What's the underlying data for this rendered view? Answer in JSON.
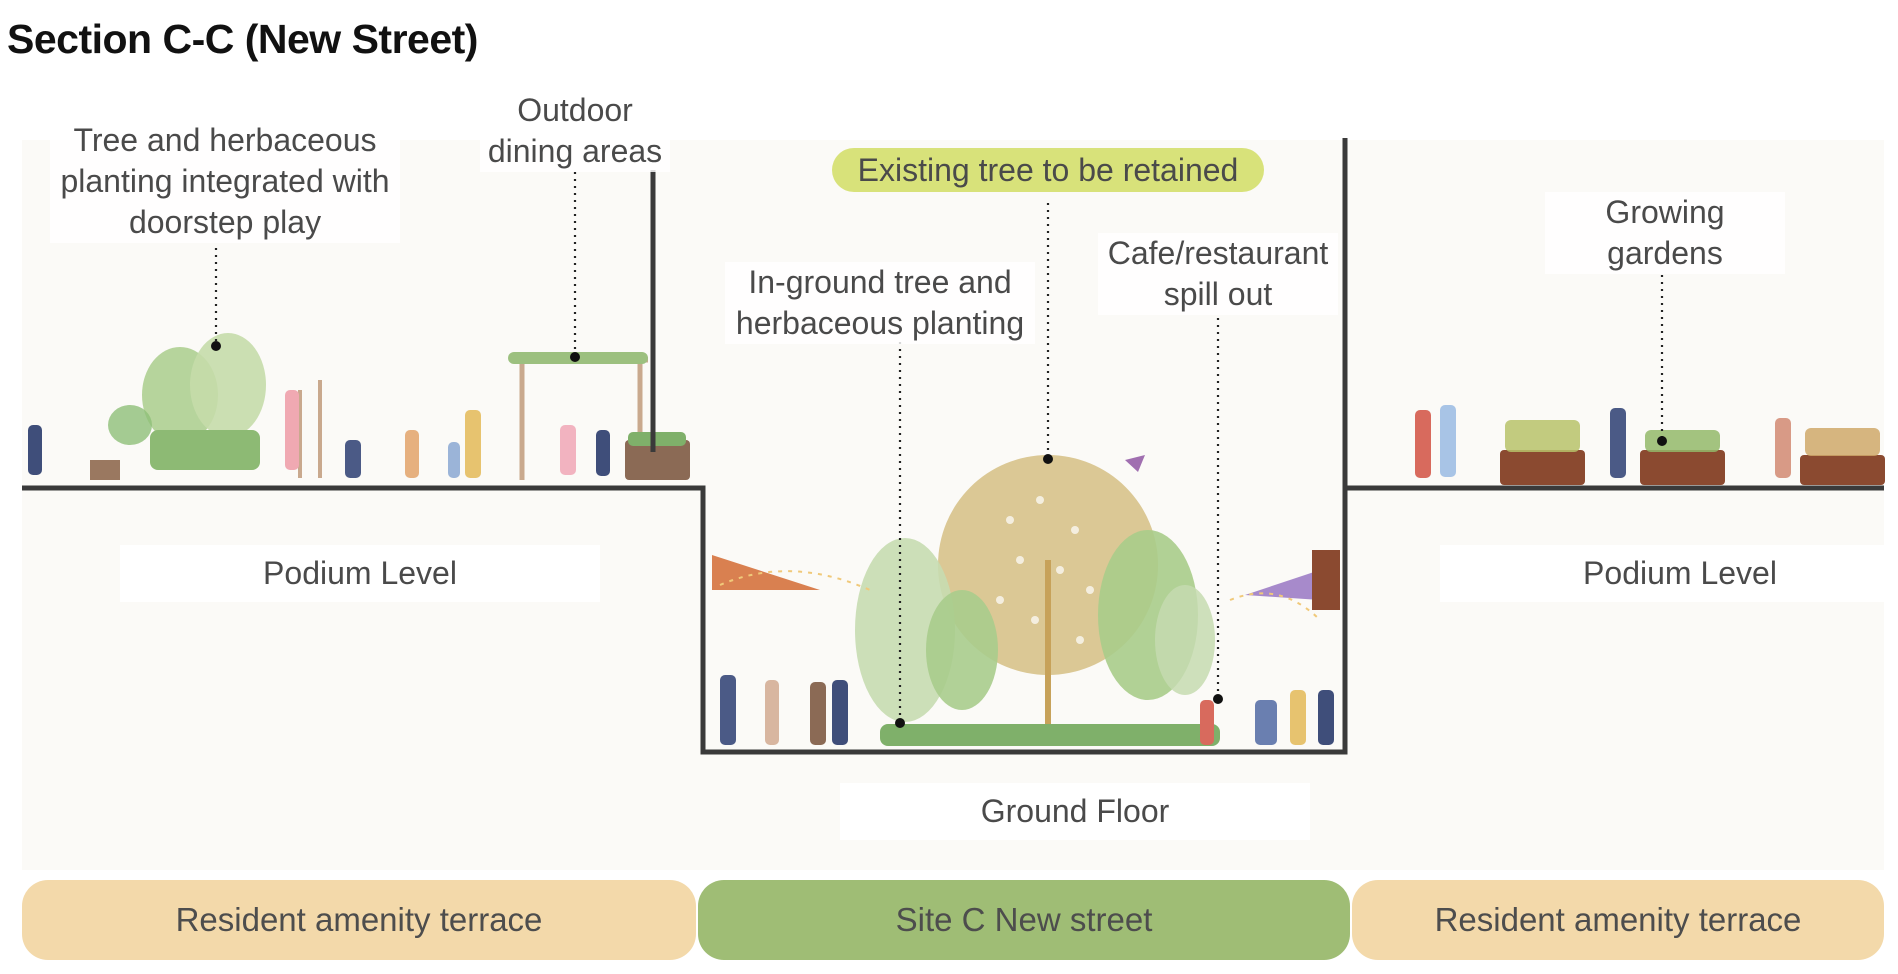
{
  "title": "Section C-C (New Street)",
  "annotations": {
    "tree_herbaceous": [
      "Tree and herbaceous",
      "planting integrated with",
      "doorstep play"
    ],
    "outdoor_dining": [
      "Outdoor",
      "dining areas"
    ],
    "existing_tree": "Existing tree to be retained",
    "in_ground_tree": [
      "In-ground tree and",
      "herbaceous planting"
    ],
    "cafe_restaurant": [
      "Cafe/restaurant",
      "spill out"
    ],
    "growing_gardens": [
      "Growing",
      "gardens"
    ]
  },
  "levels": {
    "podium_left": "Podium Level",
    "podium_right": "Podium Level",
    "ground_floor": "Ground Floor"
  },
  "zones": [
    {
      "label": "Resident amenity terrace",
      "color": "#f3d9aa"
    },
    {
      "label": "Site C New street",
      "color": "#9fbd75"
    },
    {
      "label": "Resident amenity terrace",
      "color": "#f3d9aa"
    }
  ],
  "colors": {
    "highlight": "#d8e27a",
    "section_line": "#3a3a3a",
    "tree_existing": "#d9c58f",
    "tree_green": "#a9cc8c"
  }
}
